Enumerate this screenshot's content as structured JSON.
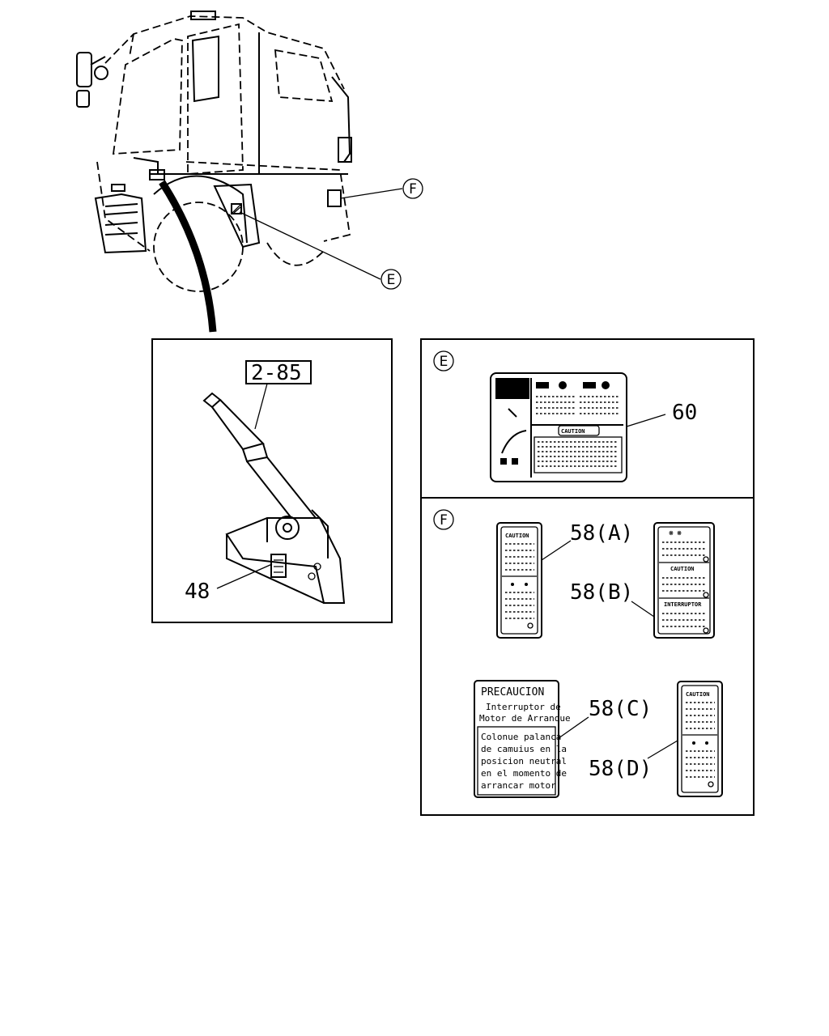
{
  "callouts": {
    "e": "E",
    "f": "F"
  },
  "panel_lever": {
    "ref": "2-85",
    "part_48": "48"
  },
  "panel_e": {
    "marker": "E",
    "part_60": "60",
    "caution_text": "CAUTION"
  },
  "panel_f": {
    "marker": "F",
    "part_58a": "58(A)",
    "part_58b": "58(B)",
    "part_58c": "58(C)",
    "part_58d": "58(D)",
    "label_a_title": "CAUTION",
    "label_b_caution": "CAUTION",
    "label_b_interruptor": "INTERRUPTOR",
    "label_d_title": "CAUTION",
    "precaucion": {
      "title": "PRECAUCION",
      "line1": "Interruptor de",
      "line2": "Motor de Arranque",
      "body": [
        "Colonue palanca",
        "de camuius en la",
        "posicion neutral",
        "en el momento de",
        "arrancar motor"
      ]
    }
  }
}
